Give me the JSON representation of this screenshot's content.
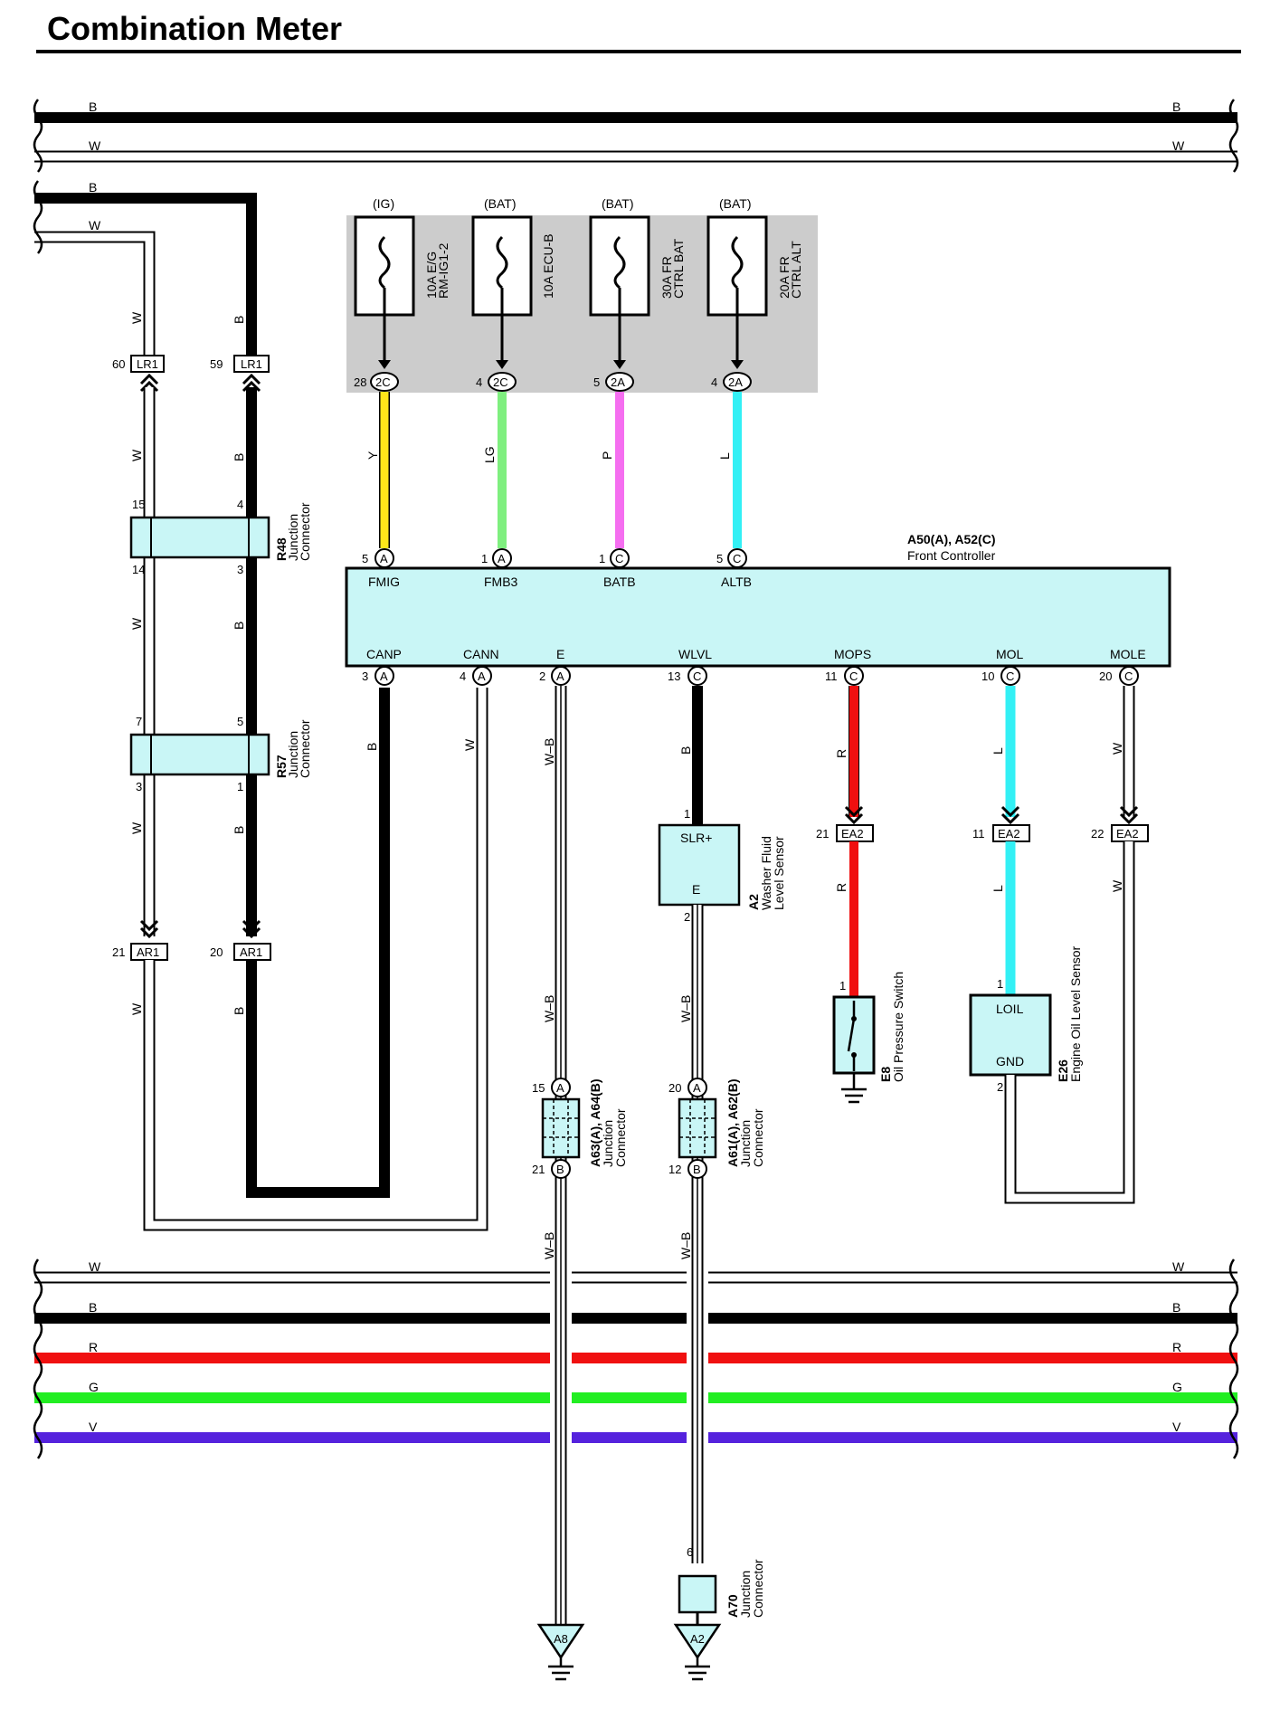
{
  "title": "Combination Meter",
  "colors": {
    "B": "#000000",
    "W": "#ffffff",
    "Y": "#ffe61a",
    "LG": "#7fef7f",
    "P": "#f56ef0",
    "L": "#33f0f5",
    "R": "#f01010",
    "G": "#22ee22",
    "V": "#5522dd",
    "WB": "#ffffff",
    "box_fill": "#c9f6f6",
    "fuse_box_bg": "#cccccc"
  },
  "buses_top": [
    {
      "code": "B",
      "left_label": "B",
      "right_label": "B"
    },
    {
      "code": "W",
      "left_label": "W",
      "right_label": "W"
    },
    {
      "code": "B",
      "left_label": "B"
    },
    {
      "code": "W",
      "left_label": "W"
    }
  ],
  "buses_bottom": [
    {
      "code": "W",
      "left_label": "W",
      "right_label": "W"
    },
    {
      "code": "B",
      "left_label": "B",
      "right_label": "B"
    },
    {
      "code": "R",
      "left_label": "R",
      "right_label": "R"
    },
    {
      "code": "G",
      "left_label": "G",
      "right_label": "G"
    },
    {
      "code": "V",
      "left_label": "V",
      "right_label": "V"
    }
  ],
  "fuses": [
    {
      "source": "(IG)",
      "line1": "10A E/G",
      "line2": "RM-IG1-2",
      "pin": "28",
      "conn": "2C",
      "wire": "Y"
    },
    {
      "source": "(BAT)",
      "line1": "10A ECU-B",
      "line2": "",
      "pin": "4",
      "conn": "2C",
      "wire": "LG"
    },
    {
      "source": "(BAT)",
      "line1": "30A FR",
      "line2": "CTRL BAT",
      "pin": "5",
      "conn": "2A",
      "wire": "P"
    },
    {
      "source": "(BAT)",
      "line1": "20A FR",
      "line2": "CTRL ALT",
      "pin": "4",
      "conn": "2A",
      "wire": "L"
    }
  ],
  "controller": {
    "code": "A50(A), A52(C)",
    "name": "Front Controller",
    "top_terms": [
      {
        "pin": "5",
        "conn": "A",
        "name": "FMIG"
      },
      {
        "pin": "1",
        "conn": "A",
        "name": "FMB3"
      },
      {
        "pin": "1",
        "conn": "C",
        "name": "BATB"
      },
      {
        "pin": "5",
        "conn": "C",
        "name": "ALTB"
      }
    ],
    "bottom_terms": [
      {
        "pin": "3",
        "conn": "A",
        "name": "CANP",
        "wire": "B"
      },
      {
        "pin": "4",
        "conn": "A",
        "name": "CANN",
        "wire": "W"
      },
      {
        "pin": "2",
        "conn": "A",
        "name": "E",
        "wire": "W–B"
      },
      {
        "pin": "13",
        "conn": "C",
        "name": "WLVL",
        "wire": "B"
      },
      {
        "pin": "11",
        "conn": "C",
        "name": "MOPS",
        "wire": "R"
      },
      {
        "pin": "10",
        "conn": "C",
        "name": "MOL",
        "wire": "L"
      },
      {
        "pin": "20",
        "conn": "C",
        "name": "MOLE",
        "wire": "W"
      }
    ]
  },
  "left": {
    "wire_w": "W",
    "wire_b": "B",
    "lr1": {
      "pin_w": "60",
      "pin_b": "59",
      "name": "LR1"
    },
    "ar1": {
      "pin_w": "21",
      "pin_b": "20",
      "name": "AR1"
    },
    "r48": {
      "code": "R48",
      "line1": "Junction",
      "line2": "Connector",
      "pins": [
        "15",
        "4",
        "14",
        "3"
      ]
    },
    "r57": {
      "code": "R57",
      "line1": "Junction",
      "line2": "Connector",
      "pins": [
        "7",
        "5",
        "3",
        "1"
      ]
    }
  },
  "ea2": [
    {
      "pin": "21",
      "name": "EA2"
    },
    {
      "pin": "11",
      "name": "EA2"
    },
    {
      "pin": "22",
      "name": "EA2"
    }
  ],
  "a2": {
    "code": "A2",
    "line1": "Washer Fluid",
    "line2": "Level Sensor",
    "term1": "SLR+",
    "term2": "E",
    "pin1": "1",
    "pin2": "2"
  },
  "e8": {
    "code": "E8",
    "name": "Oil Pressure Switch",
    "pin": "1"
  },
  "e26": {
    "code": "E26",
    "name": "Engine Oil Level Sensor",
    "term1": "LOIL",
    "term2": "GND",
    "pin1": "1",
    "pin2": "2"
  },
  "a63": {
    "code": "A63(A), A64(B)",
    "line1": "Junction",
    "line2": "Connector",
    "pin_a": "15",
    "conn_a": "A",
    "pin_b": "21",
    "conn_b": "B"
  },
  "a61": {
    "code": "A61(A), A62(B)",
    "line1": "Junction",
    "line2": "Connector",
    "pin_a": "20",
    "conn_a": "A",
    "pin_b": "12",
    "conn_b": "B"
  },
  "a70": {
    "code": "A70",
    "line1": "Junction",
    "line2": "Connector",
    "pin": "6"
  },
  "grounds": [
    {
      "name": "A8"
    },
    {
      "name": "A2"
    }
  ],
  "wire_labels": {
    "wb": "W–B",
    "r": "R",
    "l": "L",
    "w": "W"
  }
}
